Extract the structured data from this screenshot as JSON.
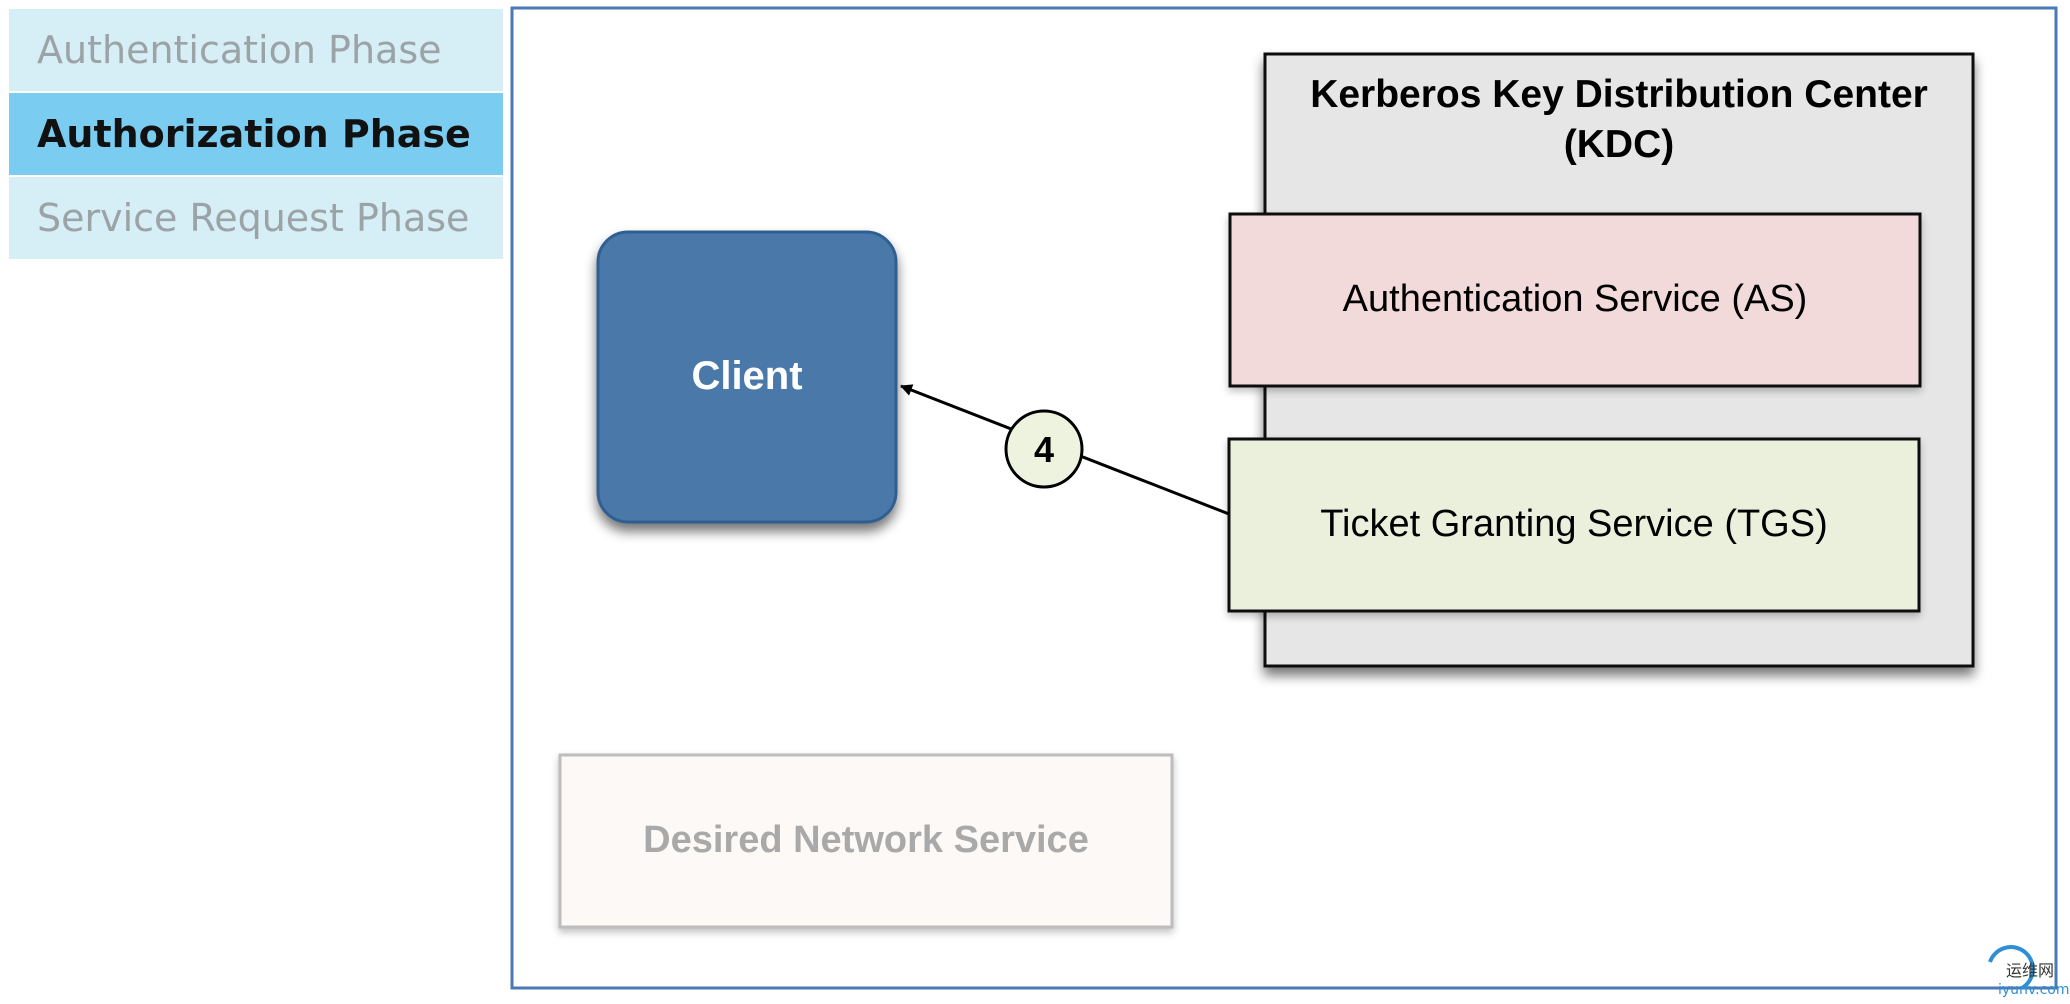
{
  "phases": [
    {
      "label": "Authentication Phase",
      "active": false
    },
    {
      "label": "Authorization Phase",
      "active": true
    },
    {
      "label": "Service Request Phase",
      "active": false
    }
  ],
  "diagram": {
    "kdc": {
      "title_line1": "Kerberos Key Distribution Center",
      "title_line2": "(KDC)"
    },
    "as_label": "Authentication Service (AS)",
    "tgs_label": "Ticket Granting Service (TGS)",
    "client_label": "Client",
    "step_number": "4",
    "network_service_label": "Desired Network Service"
  },
  "watermark": {
    "text_cn": "运维网",
    "text_url": "iyunv.com"
  },
  "colors": {
    "frame_border": "#4a7ab5",
    "kdc_fill": "#e6e6e6",
    "as_fill": "#f2dada",
    "tgs_fill": "#eaf0dc",
    "client_fill": "#4a78a9",
    "step_circle_fill": "#eef3e0",
    "network_fill": "#fdf9f6",
    "active_phase": "#7acdf1",
    "inactive_phase": "#d6eef6"
  }
}
